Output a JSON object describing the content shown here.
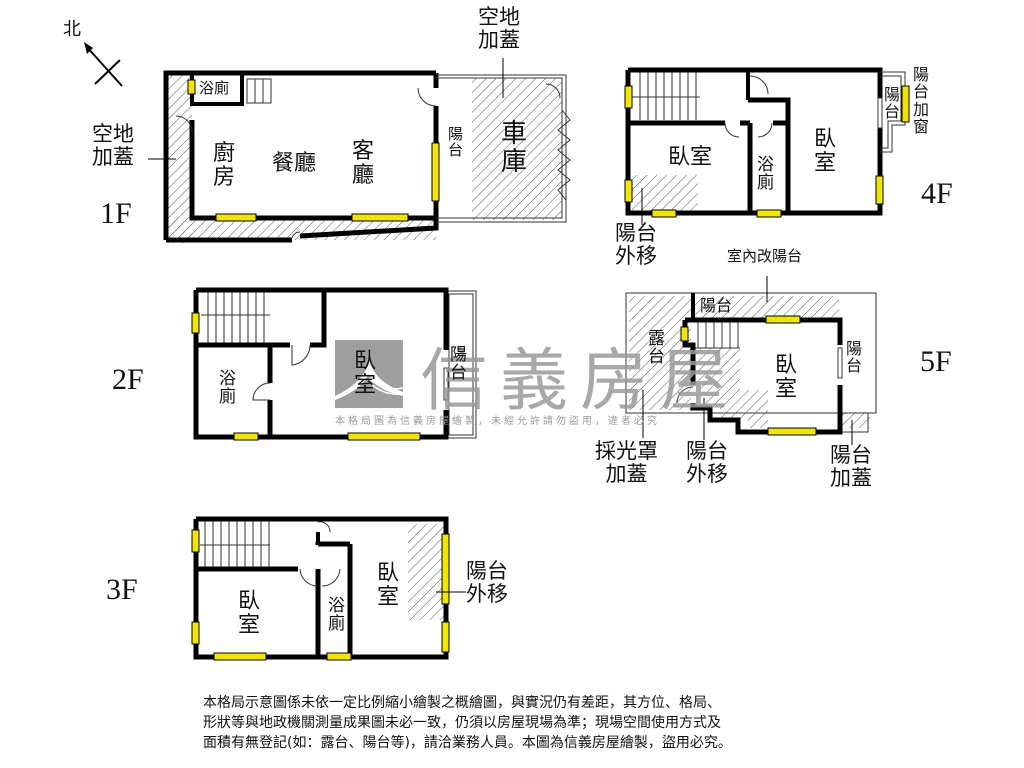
{
  "compass": {
    "label": "北",
    "icon": "north-arrow-icon"
  },
  "floors": {
    "f1": {
      "label": "1F",
      "rooms": {
        "bath": "浴廁",
        "kitchen": "廚\n房",
        "dining": "餐廳",
        "living": "客\n廳",
        "balcony": "陽\n台",
        "garage": "車\n庫"
      },
      "notes": {
        "left_addition": "空地\n加蓋",
        "top_addition": "空地\n加蓋"
      }
    },
    "f2": {
      "label": "2F",
      "rooms": {
        "bath": "浴\n廁",
        "bedroom": "臥\n室",
        "balcony": "陽\n台"
      }
    },
    "f3": {
      "label": "3F",
      "rooms": {
        "bedroom_left": "臥\n室",
        "bath": "浴\n廁",
        "bedroom_right": "臥\n室"
      },
      "notes": {
        "balcony_moved": "陽台\n外移"
      }
    },
    "f4": {
      "label": "4F",
      "rooms": {
        "bedroom_left": "臥室",
        "bath": "浴\n廁",
        "bedroom_right": "臥\n室",
        "balcony": "陽\n台"
      },
      "notes": {
        "balcony_window": "陽\n台\n加\n窗",
        "balcony_moved": "陽台\n外移"
      }
    },
    "f5": {
      "label": "5F",
      "rooms": {
        "terrace": "露\n台",
        "balcony_top": "陽台",
        "bedroom": "臥\n室",
        "balcony_right": "陽\n台"
      },
      "notes": {
        "indoor_to_balcony": "室內改陽台",
        "skylight_addition": "採光罩\n加蓋",
        "balcony_moved": "陽台\n外移",
        "balcony_addition": "陽台\n加蓋"
      }
    }
  },
  "watermark": {
    "brand": "信義房屋",
    "notice": "本格局圖為信義房屋繪製，未經允許請勿盜用，違者必究"
  },
  "disclaimer": {
    "lines": [
      "本格局示意圖係未依一定比例縮小繪製之概繪圖，與實況仍有差距，其方位、格局、",
      "形狀等與地政機關測量成果圖未必一致，仍須以房屋現場為準；現場空間使用方式及",
      "面積有無登記(如：露台、陽台等)，請洽業務人員。本圖為信義房屋繪製，盜用必究。"
    ]
  },
  "colors": {
    "wall": "#000000",
    "window": "#f2e600",
    "hatch": "#555555",
    "watermark": "#9a9a9a"
  }
}
